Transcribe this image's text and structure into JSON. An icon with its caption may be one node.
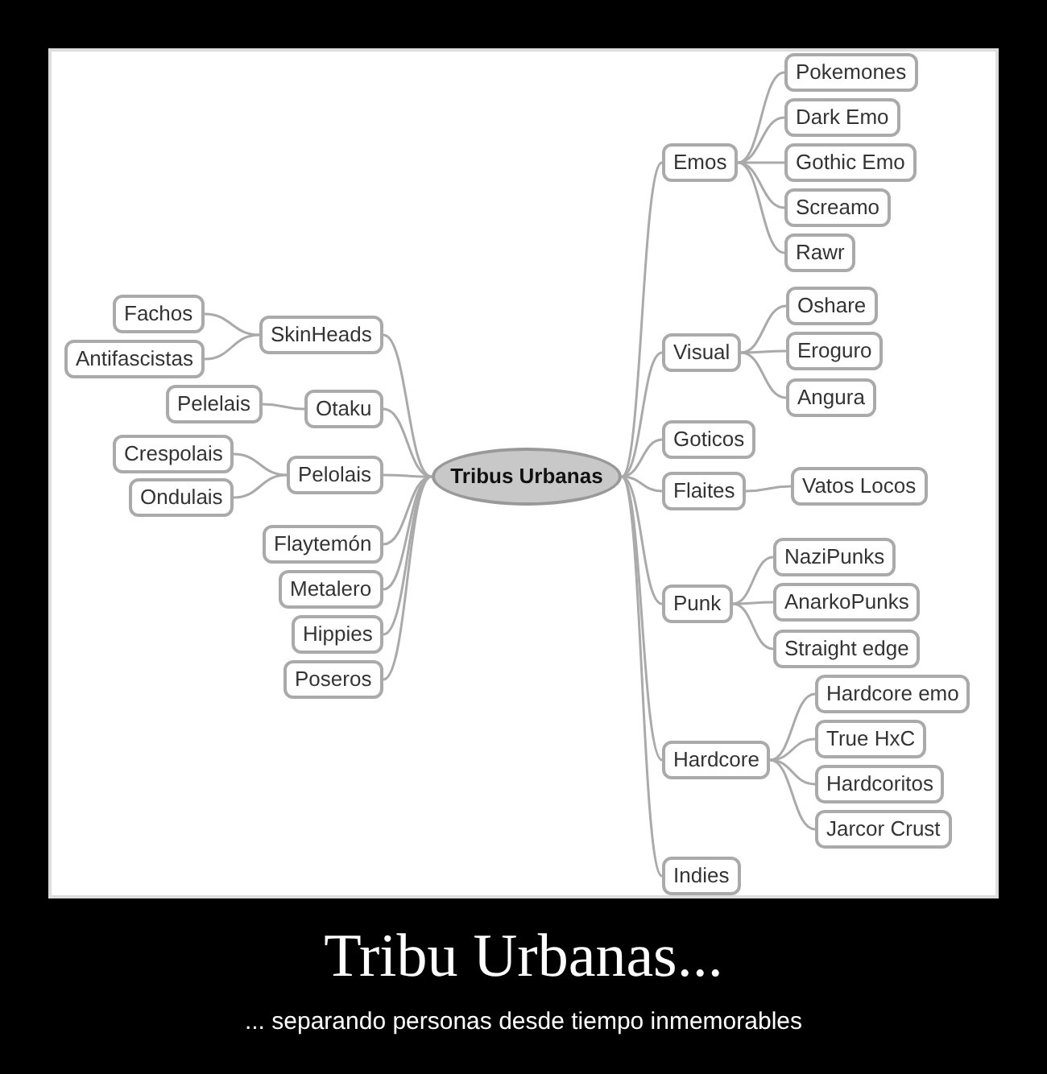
{
  "diagram": {
    "title": "Tribu Urbanas...",
    "caption": "... separando personas desde tiempo inmemorables",
    "nodes": [
      {
        "text": [
          "Tribus Urbanas"
        ]
      },
      {
        "text": [
          "SkinHeads"
        ]
      },
      {
        "text": [
          "Fachos"
        ]
      },
      {
        "text": [
          "Antifascistas"
        ]
      },
      {
        "text": [
          "Otaku"
        ]
      },
      {
        "text": [
          "Pelelais"
        ]
      },
      {
        "text": [
          "Pelolais"
        ]
      },
      {
        "text": [
          "Crespolais"
        ]
      },
      {
        "text": [
          "Ondulais"
        ]
      },
      {
        "text": [
          "Flaytemón"
        ]
      },
      {
        "text": [
          "Metalero"
        ]
      },
      {
        "text": [
          "Hippies"
        ]
      },
      {
        "text": [
          "Poseros"
        ]
      },
      {
        "text": [
          "Emos"
        ]
      },
      {
        "text": [
          "Pokemones"
        ]
      },
      {
        "text": [
          "Dark Emo"
        ]
      },
      {
        "text": [
          "Gothic Emo"
        ]
      },
      {
        "text": [
          "Screamo"
        ]
      },
      {
        "text": [
          "Rawr"
        ]
      },
      {
        "text": [
          "Visual"
        ]
      },
      {
        "text": [
          "Oshare"
        ]
      },
      {
        "text": [
          "Eroguro"
        ]
      },
      {
        "text": [
          "Angura"
        ]
      },
      {
        "text": [
          "Goticos"
        ]
      },
      {
        "text": [
          "Flaites"
        ]
      },
      {
        "text": [
          "Vatos Locos"
        ]
      },
      {
        "text": [
          "Punk"
        ]
      },
      {
        "text": [
          "NaziPunks"
        ]
      },
      {
        "text": [
          "AnarkoPunks"
        ]
      },
      {
        "text": [
          "Straight edge"
        ]
      },
      {
        "text": [
          "Hardcore"
        ]
      },
      {
        "text": [
          "Hardcore emo"
        ]
      },
      {
        "text": [
          "True HxC"
        ]
      },
      {
        "text": [
          "Hardcoritos"
        ]
      },
      {
        "text": [
          "Jarcor Crust"
        ]
      },
      {
        "text": [
          "Indies"
        ]
      }
    ],
    "edges": [
      {
        "from": 0,
        "to": 1,
        "arrow": "none"
      },
      {
        "from": 1,
        "to": 2,
        "arrow": "none"
      },
      {
        "from": 1,
        "to": 3,
        "arrow": "none"
      },
      {
        "from": 0,
        "to": 4,
        "arrow": "none"
      },
      {
        "from": 4,
        "to": 5,
        "arrow": "none"
      },
      {
        "from": 0,
        "to": 6,
        "arrow": "none"
      },
      {
        "from": 6,
        "to": 7,
        "arrow": "none"
      },
      {
        "from": 6,
        "to": 8,
        "arrow": "none"
      },
      {
        "from": 0,
        "to": 9,
        "arrow": "none"
      },
      {
        "from": 0,
        "to": 10,
        "arrow": "none"
      },
      {
        "from": 0,
        "to": 11,
        "arrow": "none"
      },
      {
        "from": 0,
        "to": 12,
        "arrow": "none"
      },
      {
        "from": 0,
        "to": 13,
        "arrow": "none"
      },
      {
        "from": 13,
        "to": 14,
        "arrow": "none"
      },
      {
        "from": 13,
        "to": 15,
        "arrow": "none"
      },
      {
        "from": 13,
        "to": 16,
        "arrow": "none"
      },
      {
        "from": 13,
        "to": 17,
        "arrow": "none"
      },
      {
        "from": 13,
        "to": 18,
        "arrow": "none"
      },
      {
        "from": 0,
        "to": 19,
        "arrow": "none"
      },
      {
        "from": 19,
        "to": 20,
        "arrow": "none"
      },
      {
        "from": 19,
        "to": 21,
        "arrow": "none"
      },
      {
        "from": 19,
        "to": 22,
        "arrow": "none"
      },
      {
        "from": 0,
        "to": 23,
        "arrow": "none"
      },
      {
        "from": 0,
        "to": 24,
        "arrow": "none"
      },
      {
        "from": 24,
        "to": 25,
        "arrow": "none"
      },
      {
        "from": 0,
        "to": 26,
        "arrow": "none"
      },
      {
        "from": 26,
        "to": 27,
        "arrow": "none"
      },
      {
        "from": 26,
        "to": 28,
        "arrow": "none"
      },
      {
        "from": 26,
        "to": 29,
        "arrow": "none"
      },
      {
        "from": 0,
        "to": 30,
        "arrow": "none"
      },
      {
        "from": 30,
        "to": 31,
        "arrow": "none"
      },
      {
        "from": 30,
        "to": 32,
        "arrow": "none"
      },
      {
        "from": 30,
        "to": 33,
        "arrow": "none"
      },
      {
        "from": 30,
        "to": 34,
        "arrow": "none"
      },
      {
        "from": 0,
        "to": 35,
        "arrow": "none"
      }
    ]
  }
}
